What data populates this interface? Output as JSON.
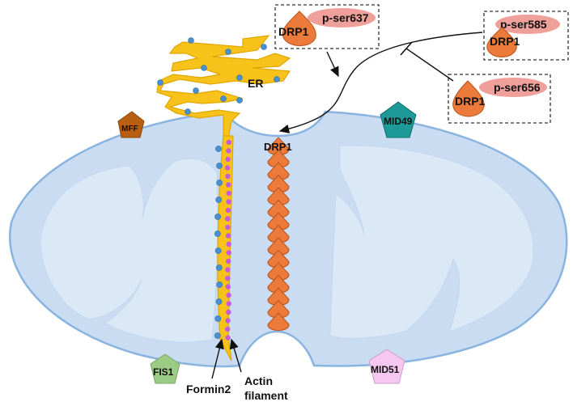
{
  "labels": {
    "er": "ER",
    "drp1_main": "DRP1",
    "mff": "MFF",
    "mid49": "MID49",
    "fis1": "FIS1",
    "mid51": "MID51",
    "formin2": "Formin2",
    "actin_line1": "Actin",
    "actin_line2": "filament"
  },
  "boxes": [
    {
      "drp1": "DRP1",
      "phospho": "p-ser637"
    },
    {
      "drp1": "DRP1",
      "phospho": "p-ser585"
    },
    {
      "drp1": "DRP1",
      "phospho": "p-ser656"
    }
  ],
  "colors": {
    "mito_outer": "#c9dcf2",
    "mito_stroke": "#8ab4e0",
    "cristae": "#dbe8f6",
    "er": "#f7c21a",
    "er_stroke": "#e0a600",
    "blue_dot": "#4a8fd0",
    "actin_dot": "#c85bd8",
    "drp1": "#ec7a3a",
    "drp1_stroke": "#b9541b",
    "phospho": "#f0a09a",
    "mff": "#b85f12",
    "mid49": "#1d9a97",
    "fis1": "#9ccb86",
    "mid51": "#f6c7f0"
  }
}
